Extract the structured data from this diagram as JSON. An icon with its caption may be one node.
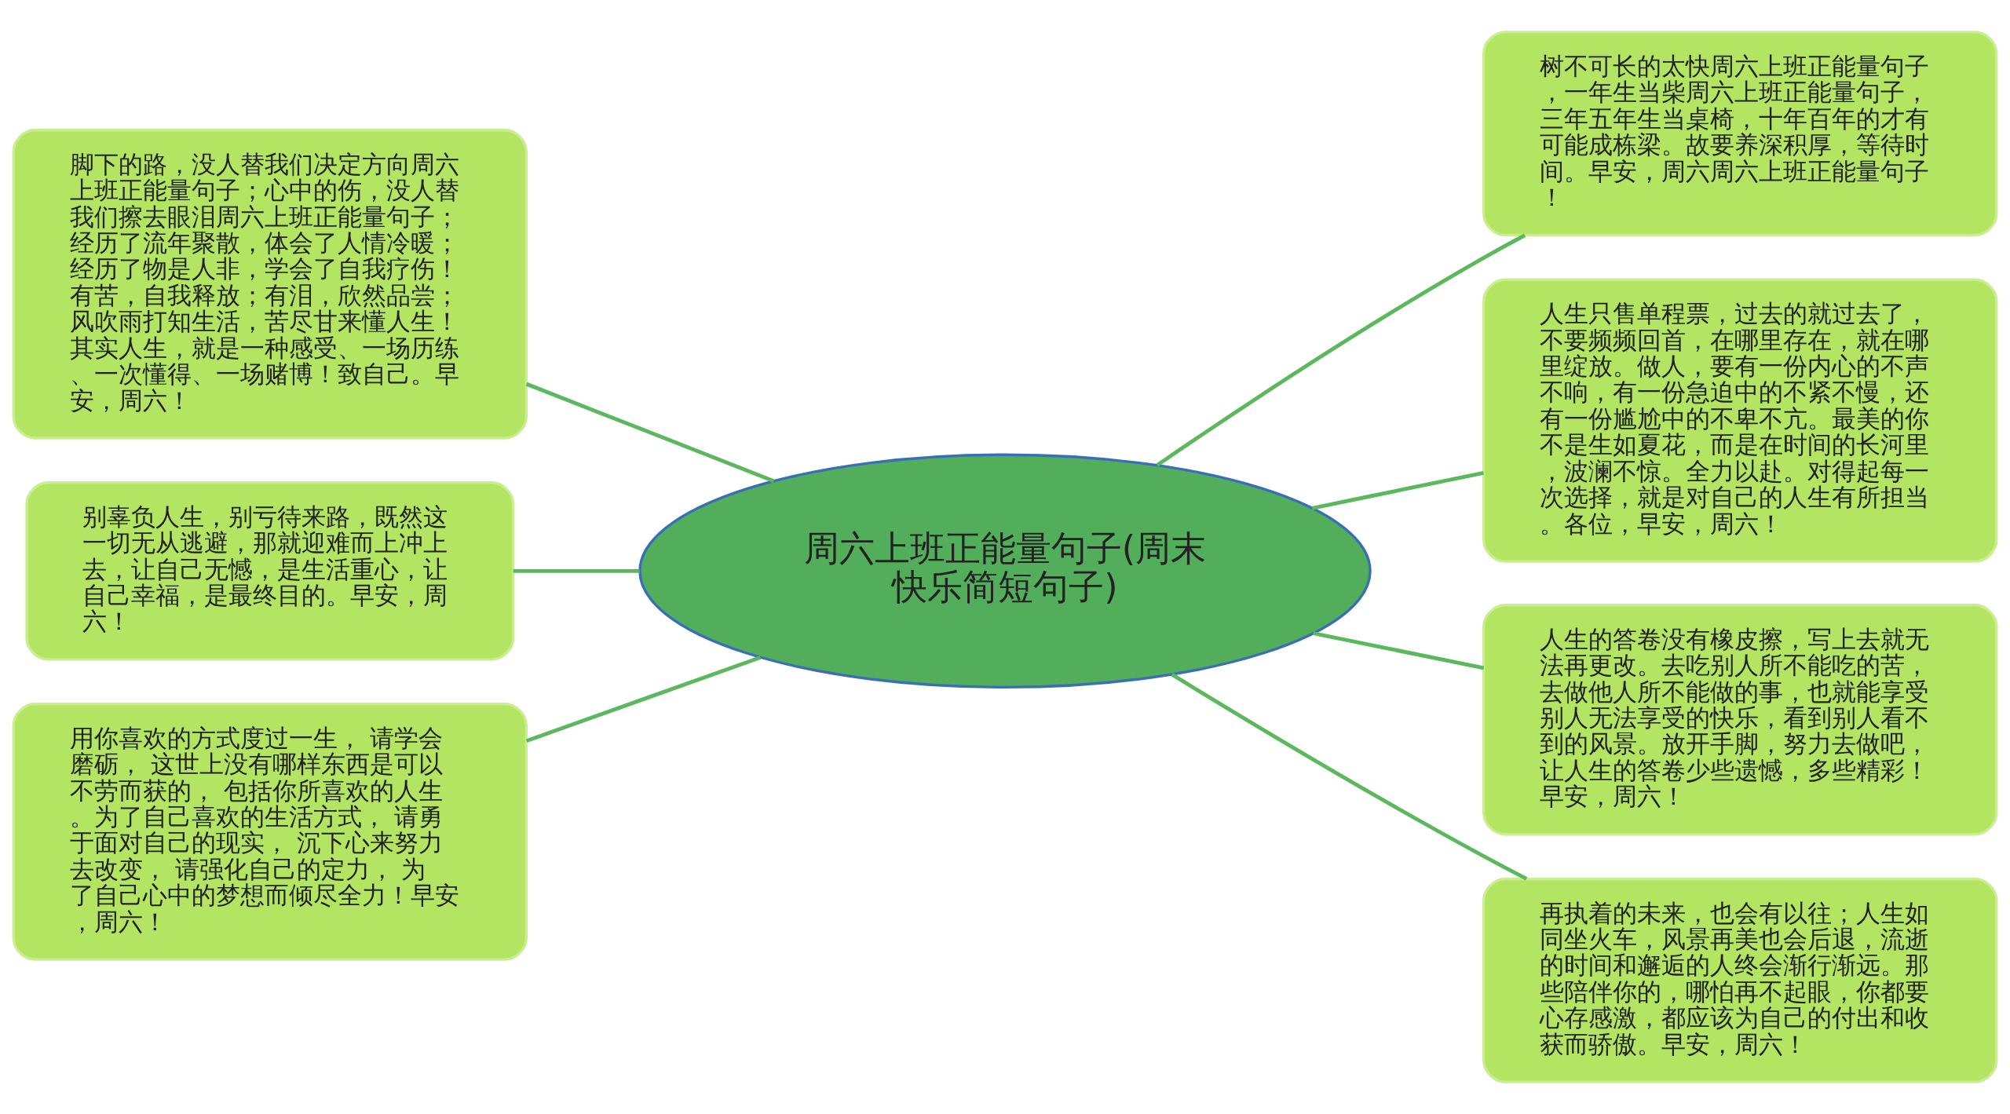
{
  "diagram": {
    "nodes": [
      {
        "text": [
          "周六上班正能量句子(周末快乐简短句子)"
        ]
      },
      {
        "text": [
          "脚下的路，没人替我们决定方向周六上班正能量句子；心中的伤，没人替我们擦去眼泪周六上班正能量句子；经历了流年聚散，体会了人情冷暖；经历了物是人非，学会了自我疗伤！有苦，自我释放；有泪，欣然品尝；风吹雨打知生活，苦尽甘来懂人生！其实人生，就是一种感受、一场历练、一次懂得、一场赌博！致自己。早安，周六！"
        ]
      },
      {
        "text": [
          "别辜负人生，别亏待来路，既然这一切无从逃避，那就迎难而上冲上去，让自己无憾，是生活重心，让自己幸福，是最终目的。早安，周六！"
        ]
      },
      {
        "text": [
          "用你喜欢的方式度过一生， 请学会磨砺， 这世上没有哪样东西是可以不劳而获的， 包括你所喜欢的人生。为了自己喜欢的生活方式， 请勇于面对自己的现实， 沉下心来努力去改变， 请强化自己的定力， 为了自己心中的梦想而倾尽全力！早安，周六！"
        ]
      },
      {
        "text": [
          "树不可长的太快周六上班正能量句子，一年生当柴周六上班正能量句子，三年五年生当桌椅，十年百年的才有可能成栋梁。故要养深积厚，等待时间。早安，周六周六上班正能量句子！"
        ]
      },
      {
        "text": [
          "人生只售单程票，过去的就过去了，不要频频回首，在哪里存在，就在哪里绽放。做人，要有一份内心的不声不响，有一份急迫中的不紧不慢，还有一份尴尬中的不卑不亢。最美的你不是生如夏花，而是在时间的长河里，波澜不惊。全力以赴。对得起每一次选择，就是对自己的人生有所担当。各位，早安，周六！"
        ]
      },
      {
        "text": [
          "人生的答卷没有橡皮擦，写上去就无法再更改。去吃别人所不能吃的苦，去做他人所不能做的事，也就能享受别人无法享受的快乐，看到别人看不到的风景。放开手脚，努力去做吧，让人生的答卷少些遗憾，多些精彩！早安，周六！"
        ]
      },
      {
        "text": [
          "再执着的未来，也会有以往；人生如同坐火车，风景再美也会后退，流逝的时间和邂逅的人终会渐行渐远。那些陪伴你的，哪怕再不起眼，你都要心存感激，都应该为自己的付出和收获而骄傲。早安，周六！"
        ]
      }
    ],
    "edges": [
      {
        "from": 0,
        "to": 1,
        "arrow": "none"
      },
      {
        "from": 0,
        "to": 2,
        "arrow": "none"
      },
      {
        "from": 0,
        "to": 3,
        "arrow": "none"
      },
      {
        "from": 0,
        "to": 4,
        "arrow": "none"
      },
      {
        "from": 0,
        "to": 5,
        "arrow": "none"
      },
      {
        "from": 0,
        "to": 6,
        "arrow": "none"
      },
      {
        "from": 0,
        "to": 7,
        "arrow": "none"
      }
    ]
  }
}
